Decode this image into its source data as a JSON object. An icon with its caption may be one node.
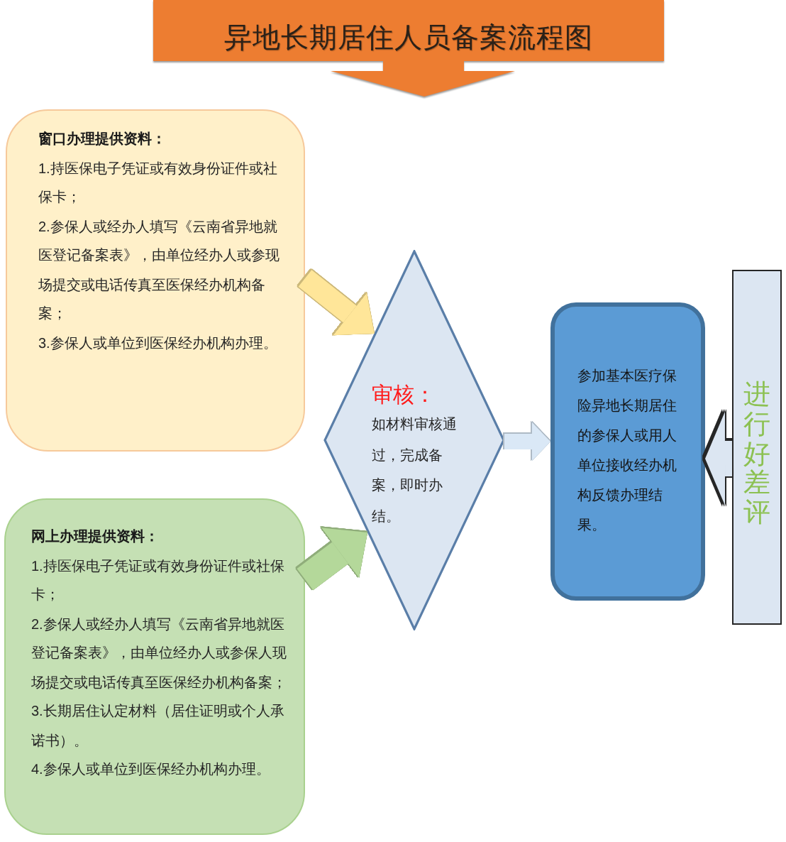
{
  "diagram": {
    "title": "异地长期居住人员备案流程图",
    "nodes": [
      {
        "text": [
          "窗口办理提供资料：",
          "1.持医保电子凭证或有效身份证件或社保卡；",
          "2.参保人或经办人填写《云南省异地就医登记备案表》，由单位经办人或参现场提交或电话传真至医保经办机构备案；",
          "3.参保人或单位到医保经办机构办理。"
        ]
      },
      {
        "text": [
          "网上办理提供资料：",
          "1.持医保电子凭证或有效身份证件或社保卡；",
          "2.参保人或经办人填写《云南省异地就医登记备案表》，由单位经办人或参保人现场提交或电话传真至医保经办机构备案；",
          "3.长期居住认定材料（居住证明或个人承诺书）。",
          "4.参保人或单位到医保经办机构办理。"
        ]
      },
      {
        "text": [
          "审核：",
          "如材料审核通过，完成备案，即时办结。"
        ]
      },
      {
        "text": [
          "参加基本医疗保险异地长期居住的参保人或用人单位接收经办机构反馈办理结果。"
        ]
      },
      {
        "text": [
          "进行好差评"
        ]
      }
    ],
    "edges": [
      {
        "from": 0,
        "to": 2,
        "arrow": "to",
        "color": "#ffe699"
      },
      {
        "from": 1,
        "to": 2,
        "arrow": "to",
        "color": "#b4d89a"
      },
      {
        "from": 2,
        "to": 3,
        "arrow": "to",
        "color": "#dae8f6"
      },
      {
        "from": 4,
        "to": 3,
        "arrow": "to",
        "color": "#dce6f2"
      }
    ]
  }
}
